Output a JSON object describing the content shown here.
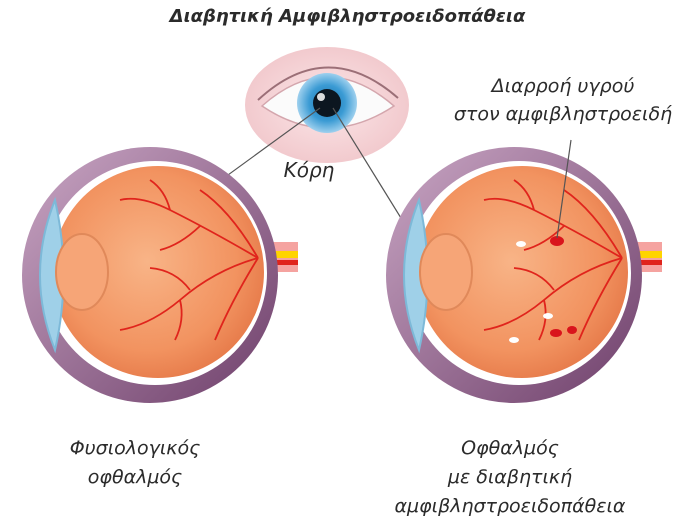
{
  "title": "Διαβητική Αμφιβληστροειδοπάθεια",
  "labels": {
    "pupil": "Κόρη",
    "leak_line1": "Διαρροή υγρού",
    "leak_line2": "στον αμφιβληστροειδή",
    "normal_line1": "Φυσιολογικός",
    "normal_line2": "οφθαλμός",
    "diabetic_line1": "Οφθαλμός",
    "diabetic_line2": "με διαβητική",
    "diabetic_line3": "αμφιβληστροειδοπάθεια"
  },
  "colors": {
    "text": "#2b2b2b",
    "eye_pink": "#f6d3d6",
    "sclera_outer": "#8a5a86",
    "retina": "#f39a6a",
    "vessel": "#e0241c",
    "lens": "#9fd0e8",
    "nerve_yellow": "#ffd400",
    "exudate": "#ffffff"
  }
}
